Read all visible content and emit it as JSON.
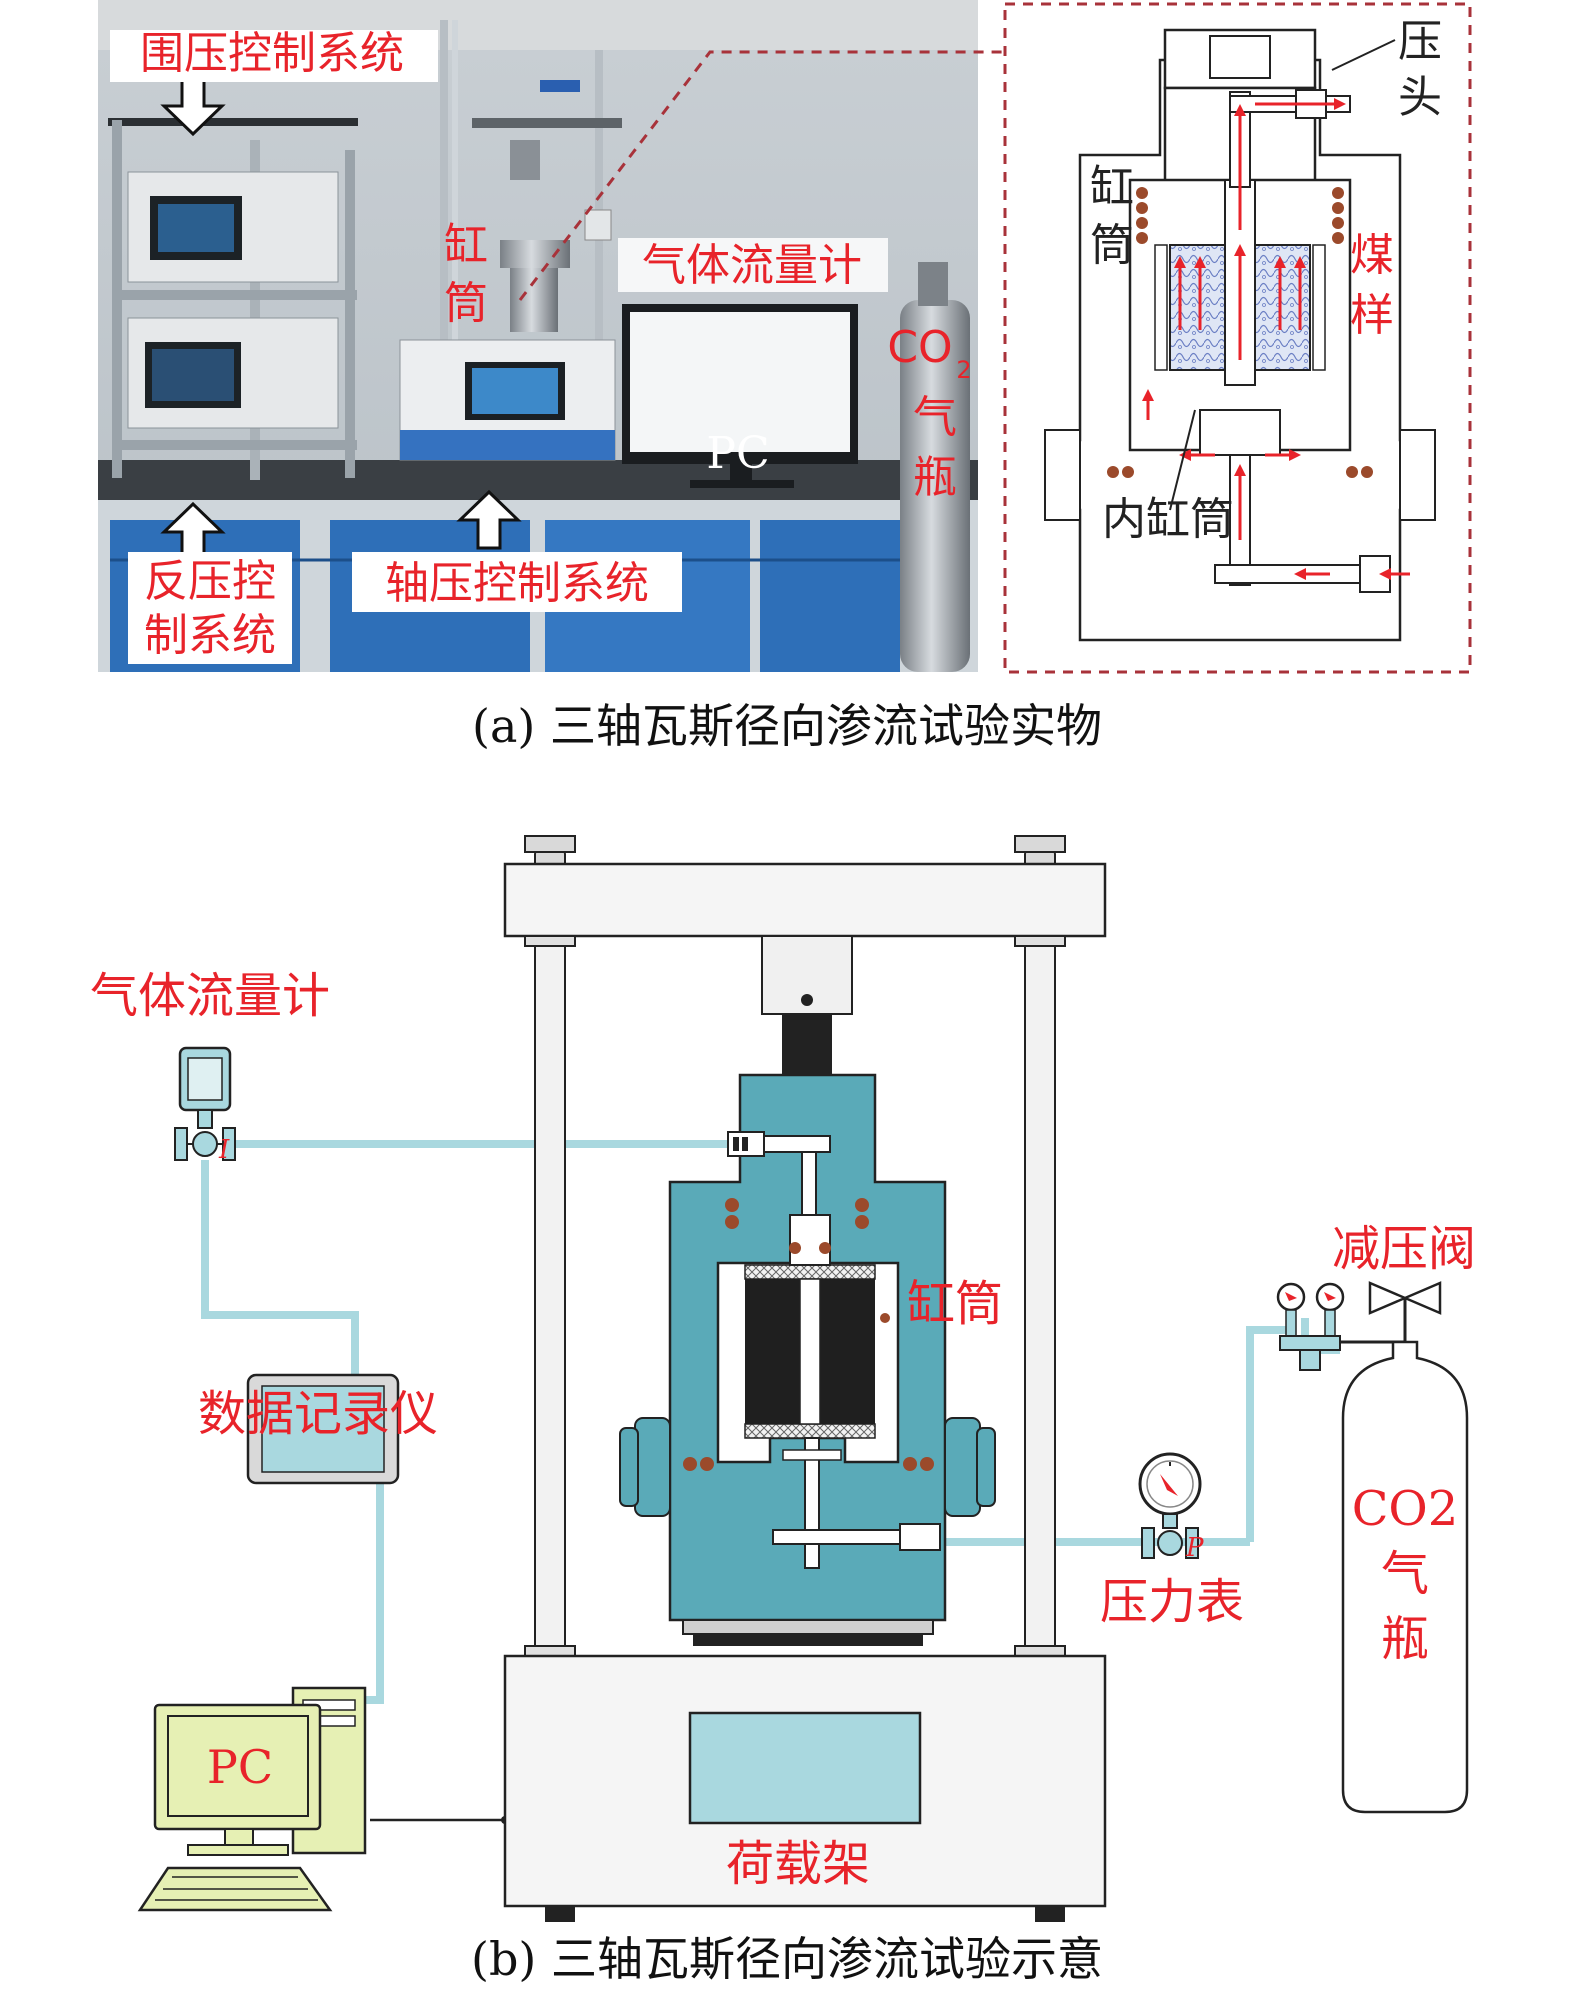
{
  "photo_panel": {
    "label_confining": "围压控制系统",
    "label_back1": "反压控",
    "label_back2": "制系统",
    "label_axial": "轴压控制系统",
    "label_cyl1": "缸",
    "label_cyl2": "筒",
    "label_flowmeter": "气体流量计",
    "label_pc": "PC",
    "label_co2_main": "CO",
    "label_co2_sub": "2",
    "label_co2_qi": "气",
    "label_co2_ping": "瓶"
  },
  "detail_panel": {
    "label_press1": "压",
    "label_press2": "头",
    "label_cyl1": "缸",
    "label_cyl2": "筒",
    "label_coal1": "煤",
    "label_coal2": "样",
    "label_inner": "内缸筒"
  },
  "caption_a": "(a) 三轴瓦斯径向渗流试验实物",
  "schematic": {
    "label_flowmeter": "气体流量计",
    "label_recorder": "数据记录仪",
    "label_cylinder": "缸筒",
    "label_valve": "减压阀",
    "label_gauge": "压力表",
    "label_co2": "CO2",
    "label_qi": "气",
    "label_ping": "瓶",
    "label_pc": "PC",
    "label_frame": "荷载架"
  },
  "caption_b": "(b) 三轴瓦斯径向渗流试验示意",
  "colors": {
    "accent_red": "#e8232a",
    "vessel_teal": "#5aaab8",
    "pipe_blue": "#a9d8df",
    "pc_green": "#e6f0b4"
  }
}
